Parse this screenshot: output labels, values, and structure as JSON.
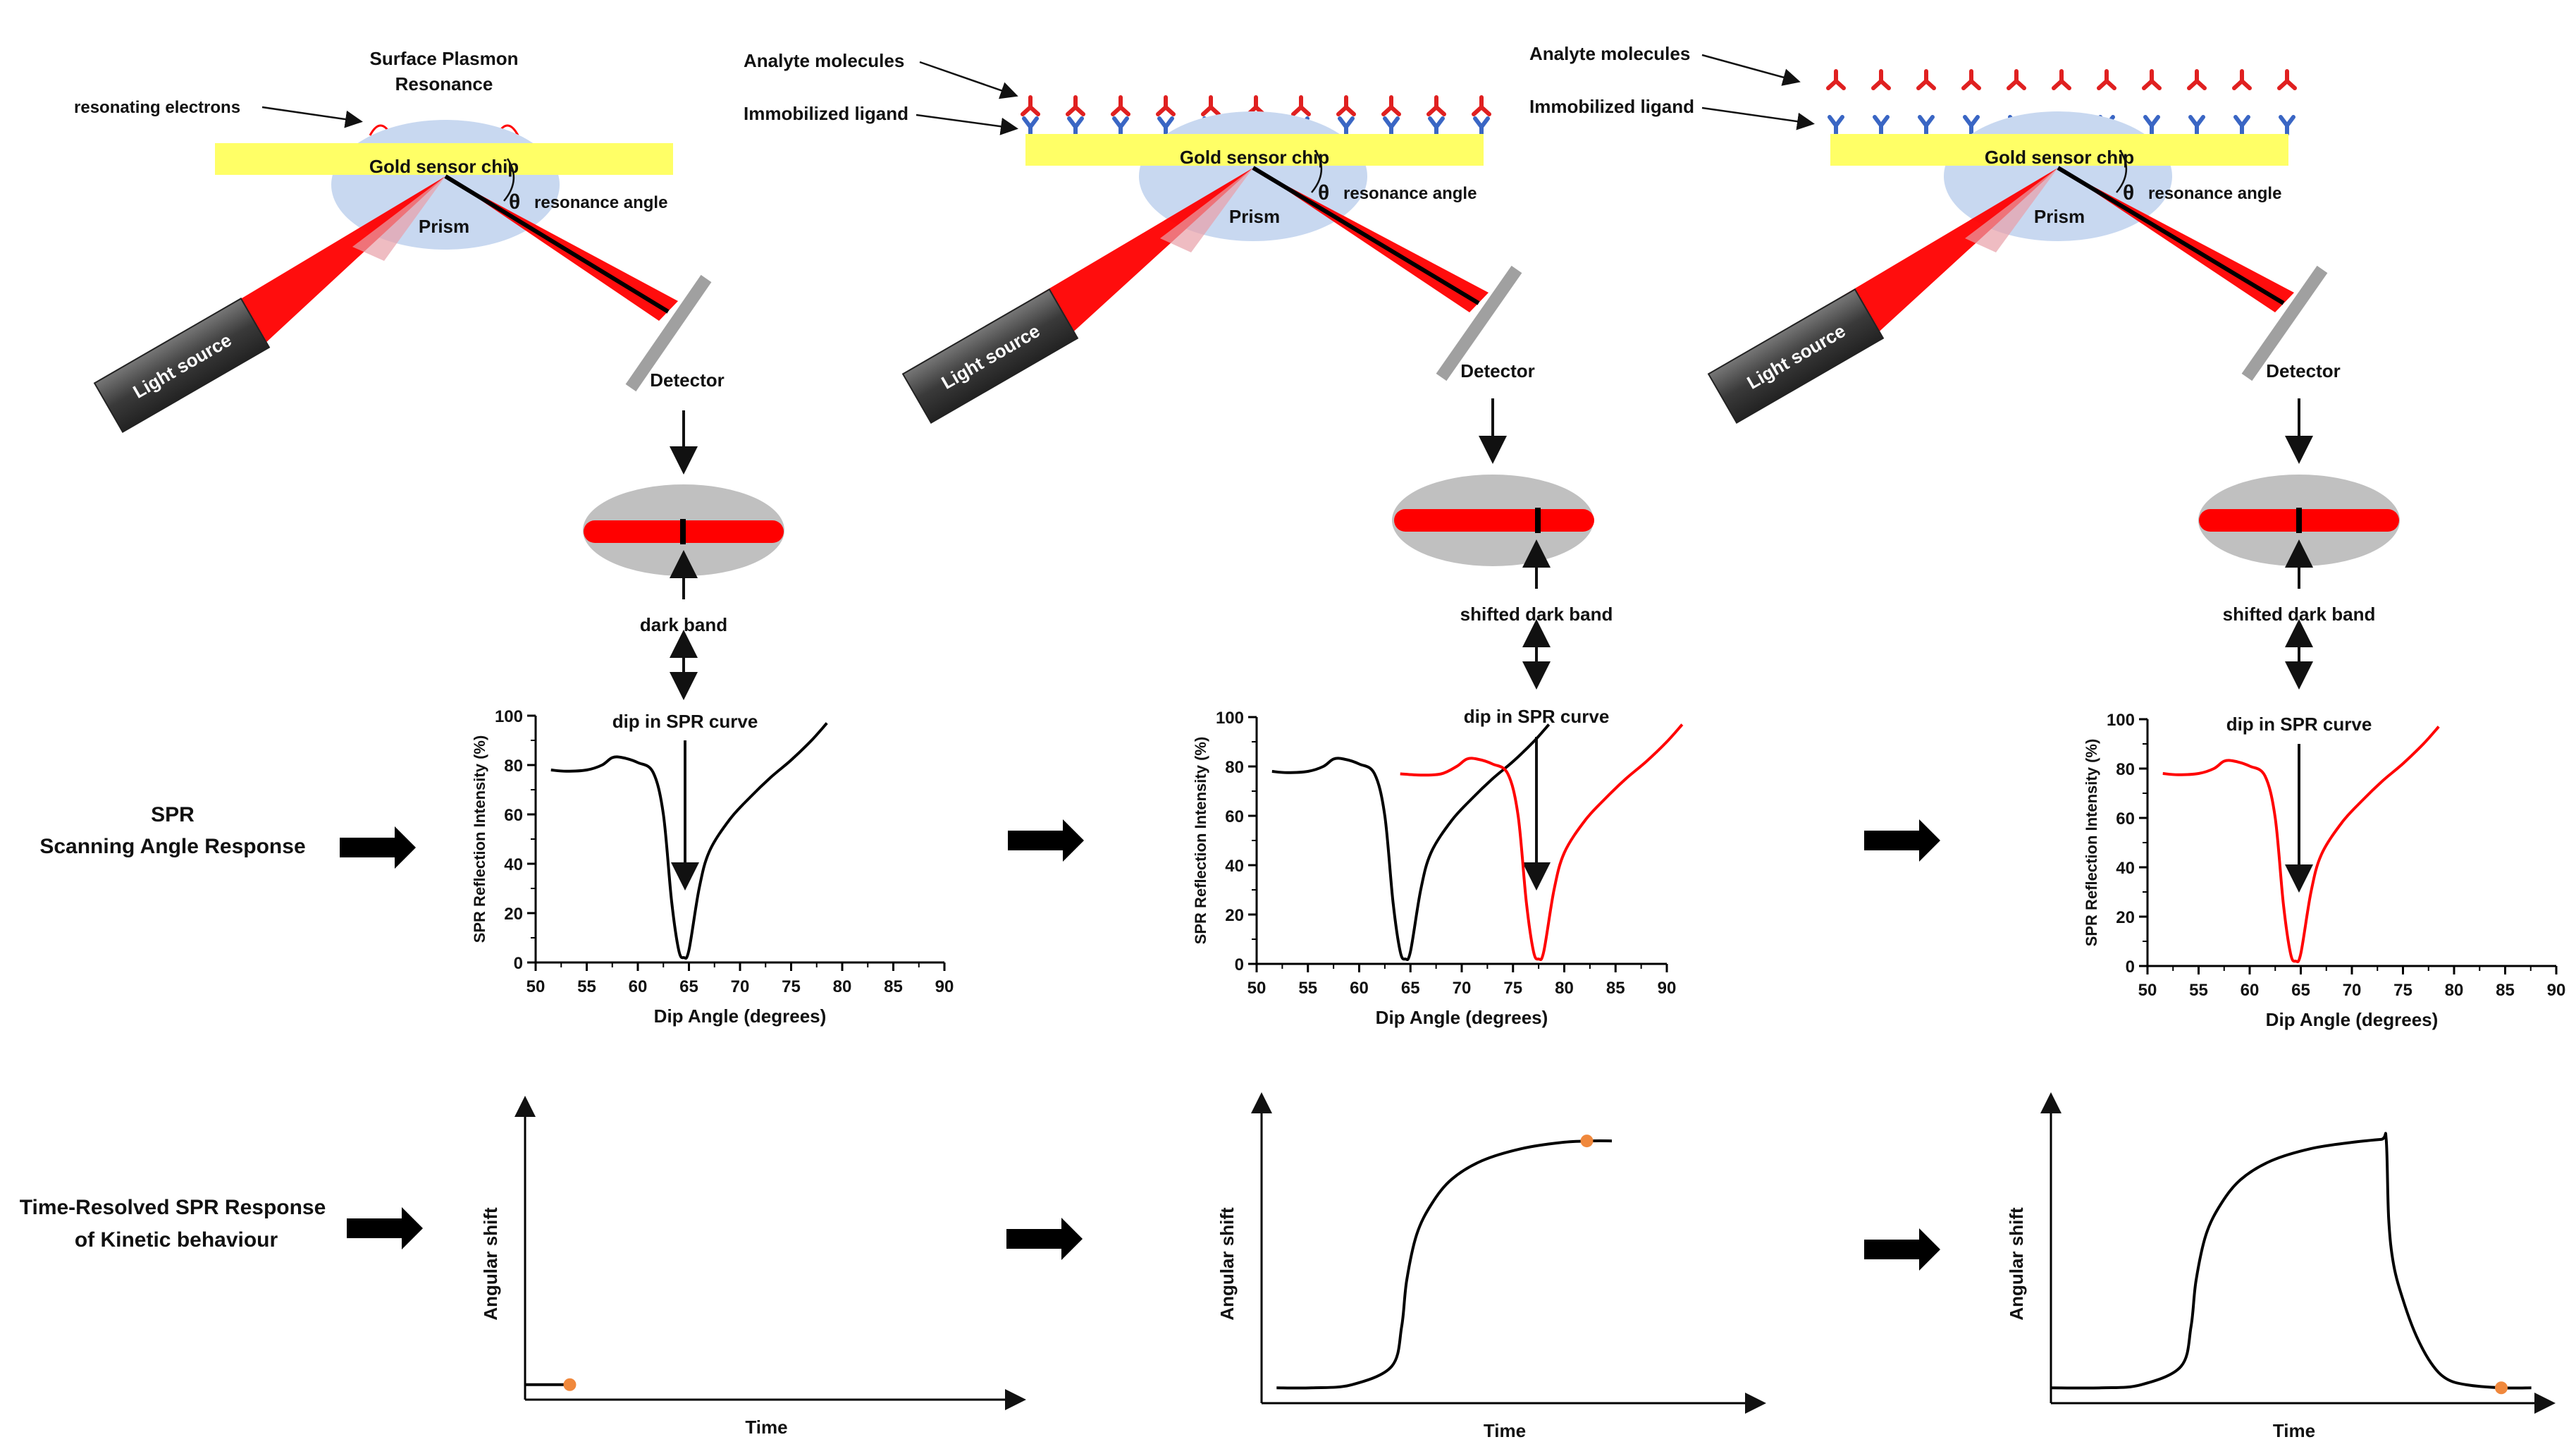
{
  "labels": {
    "surface_plasmon": "Surface Plasmon",
    "resonance": "Resonance",
    "resonating_electrons": "resonating electrons",
    "analyte_molecules": "Analyte molecules",
    "immobilized_ligand": "Immobilized ligand",
    "gold_chip": "Gold sensor chip",
    "prism": "Prism",
    "theta": "θ",
    "resonance_angle": "resonance angle",
    "light_source": "Light source",
    "detector": "Detector",
    "dark_band": "dark band",
    "shifted_dark_band": "shifted dark band",
    "dip_in_curve": "dip in SPR curve"
  },
  "row_labels": {
    "scanning": [
      "SPR",
      "Scanning Angle Response"
    ],
    "time_resolved": [
      "Time-Resolved SPR Response",
      "of Kinetic behaviour"
    ]
  },
  "colors": {
    "gold": "#ffff66",
    "prism": "#c8d8f0",
    "beam": "#ff0000",
    "analyte": "#e02020",
    "ligand": "#3a66c4",
    "curve_black": "#000000",
    "curve_red": "#ff0000",
    "marker": "#f0883c",
    "detector_gray": "#a0a0a0",
    "light_dark": "#444444"
  },
  "chart_data": [
    {
      "type": "line",
      "panel": 1,
      "xlabel": "Dip Angle (degrees)",
      "ylabel": "SPR Reflection Intensity (%)",
      "xlim": [
        50,
        90
      ],
      "ylim": [
        0,
        100
      ],
      "x_ticks": [
        50,
        55,
        60,
        65,
        70,
        75,
        80,
        85,
        90
      ],
      "y_ticks": [
        0,
        20,
        40,
        60,
        80,
        100
      ],
      "series": [
        {
          "color": "#000000",
          "points": [
            [
              51.5,
              78
            ],
            [
              53,
              77.5
            ],
            [
              55,
              78
            ],
            [
              56.5,
              80
            ],
            [
              57.5,
              83
            ],
            [
              58.5,
              83
            ],
            [
              60,
              81
            ],
            [
              61.5,
              77
            ],
            [
              62.5,
              60
            ],
            [
              63.3,
              25
            ],
            [
              64,
              5
            ],
            [
              64.5,
              2
            ],
            [
              65,
              5
            ],
            [
              66,
              30
            ],
            [
              67,
              45
            ],
            [
              69,
              58
            ],
            [
              71,
              67
            ],
            [
              73,
              75
            ],
            [
              75,
              82
            ],
            [
              77,
              90
            ],
            [
              78.5,
              97
            ]
          ]
        }
      ]
    },
    {
      "type": "line",
      "panel": 2,
      "xlabel": "Dip Angle (degrees)",
      "ylabel": "SPR Reflection Intensity (%)",
      "xlim": [
        50,
        90
      ],
      "ylim": [
        0,
        100
      ],
      "x_ticks": [
        50,
        55,
        60,
        65,
        70,
        75,
        80,
        85,
        90
      ],
      "y_ticks": [
        0,
        20,
        40,
        60,
        80,
        100
      ],
      "series": [
        {
          "color": "#000000",
          "points": [
            [
              51.5,
              78
            ],
            [
              53,
              77.5
            ],
            [
              55,
              78
            ],
            [
              56.5,
              80
            ],
            [
              57.5,
              83
            ],
            [
              58.5,
              83
            ],
            [
              60,
              81
            ],
            [
              61.5,
              77
            ],
            [
              62.5,
              60
            ],
            [
              63.3,
              25
            ],
            [
              64,
              5
            ],
            [
              64.5,
              2
            ],
            [
              65,
              5
            ],
            [
              66,
              30
            ],
            [
              67,
              45
            ],
            [
              69,
              58
            ],
            [
              71,
              67
            ],
            [
              73,
              75
            ],
            [
              75,
              82
            ],
            [
              77,
              90
            ],
            [
              78.5,
              97
            ]
          ]
        },
        {
          "color": "#ff0000",
          "points": [
            [
              64,
              77
            ],
            [
              66,
              76.5
            ],
            [
              68,
              77
            ],
            [
              69.5,
              80
            ],
            [
              70.5,
              83
            ],
            [
              71.5,
              83
            ],
            [
              73,
              81
            ],
            [
              74.5,
              77
            ],
            [
              75.5,
              60
            ],
            [
              76.3,
              25
            ],
            [
              77,
              5
            ],
            [
              77.5,
              2
            ],
            [
              78,
              5
            ],
            [
              79,
              30
            ],
            [
              80,
              45
            ],
            [
              82,
              58
            ],
            [
              84,
              67
            ],
            [
              86,
              75
            ],
            [
              88,
              82
            ],
            [
              90,
              90
            ],
            [
              91.5,
              97
            ]
          ]
        }
      ]
    },
    {
      "type": "line",
      "panel": 3,
      "xlabel": "Dip Angle (degrees)",
      "ylabel": "SPR Reflection Intensity (%)",
      "xlim": [
        50,
        90
      ],
      "ylim": [
        0,
        100
      ],
      "x_ticks": [
        50,
        55,
        60,
        65,
        70,
        75,
        80,
        85,
        90
      ],
      "y_ticks": [
        0,
        20,
        40,
        60,
        80,
        100
      ],
      "series": [
        {
          "color": "#ff0000",
          "points": [
            [
              51.5,
              78
            ],
            [
              53,
              77.5
            ],
            [
              55,
              78
            ],
            [
              56.5,
              80
            ],
            [
              57.5,
              83
            ],
            [
              58.5,
              83
            ],
            [
              60,
              81
            ],
            [
              61.5,
              77
            ],
            [
              62.5,
              60
            ],
            [
              63.3,
              25
            ],
            [
              64,
              5
            ],
            [
              64.5,
              2
            ],
            [
              65,
              5
            ],
            [
              66,
              30
            ],
            [
              67,
              45
            ],
            [
              69,
              58
            ],
            [
              71,
              67
            ],
            [
              73,
              75
            ],
            [
              75,
              82
            ],
            [
              77,
              90
            ],
            [
              78.5,
              97
            ]
          ]
        }
      ]
    },
    {
      "type": "line",
      "panel": 4,
      "xlabel": "Time",
      "ylabel": "Angular shift",
      "xlim": [
        0,
        100
      ],
      "ylim": [
        0,
        100
      ],
      "series": [
        {
          "color": "#000000",
          "points": [
            [
              0,
              5
            ],
            [
              8,
              5
            ]
          ]
        }
      ],
      "marker": [
        9,
        5
      ]
    },
    {
      "type": "line",
      "panel": 5,
      "xlabel": "Time",
      "ylabel": "Angular shift",
      "xlim": [
        0,
        100
      ],
      "ylim": [
        0,
        100
      ],
      "series": [
        {
          "color": "#000000",
          "points": [
            [
              3,
              5
            ],
            [
              10,
              5
            ],
            [
              18,
              6
            ],
            [
              26,
              12
            ],
            [
              28,
              25
            ],
            [
              29,
              40
            ],
            [
              31,
              55
            ],
            [
              34,
              65
            ],
            [
              38,
              73
            ],
            [
              44,
              79
            ],
            [
              52,
              83
            ],
            [
              60,
              85
            ],
            [
              66,
              85.5
            ],
            [
              70,
              85.5
            ]
          ]
        }
      ],
      "marker": [
        65,
        85.5
      ]
    },
    {
      "type": "line",
      "panel": 6,
      "xlabel": "Time",
      "ylabel": "Angular shift",
      "xlim": [
        0,
        100
      ],
      "ylim": [
        0,
        100
      ],
      "series": [
        {
          "color": "#000000",
          "points": [
            [
              0,
              5
            ],
            [
              10,
              5
            ],
            [
              18,
              6
            ],
            [
              26,
              12
            ],
            [
              28,
              25
            ],
            [
              29,
              40
            ],
            [
              31,
              55
            ],
            [
              34,
              65
            ],
            [
              38,
              73
            ],
            [
              44,
              79
            ],
            [
              52,
              83
            ],
            [
              60,
              85
            ],
            [
              66,
              86
            ],
            [
              67,
              86
            ],
            [
              67.5,
              60
            ],
            [
              68.5,
              45
            ],
            [
              70.5,
              33
            ],
            [
              73,
              22
            ],
            [
              76,
              13
            ],
            [
              79,
              8
            ],
            [
              83,
              6
            ],
            [
              90,
              5
            ],
            [
              96,
              5
            ]
          ]
        }
      ],
      "marker": [
        90,
        5
      ]
    }
  ]
}
